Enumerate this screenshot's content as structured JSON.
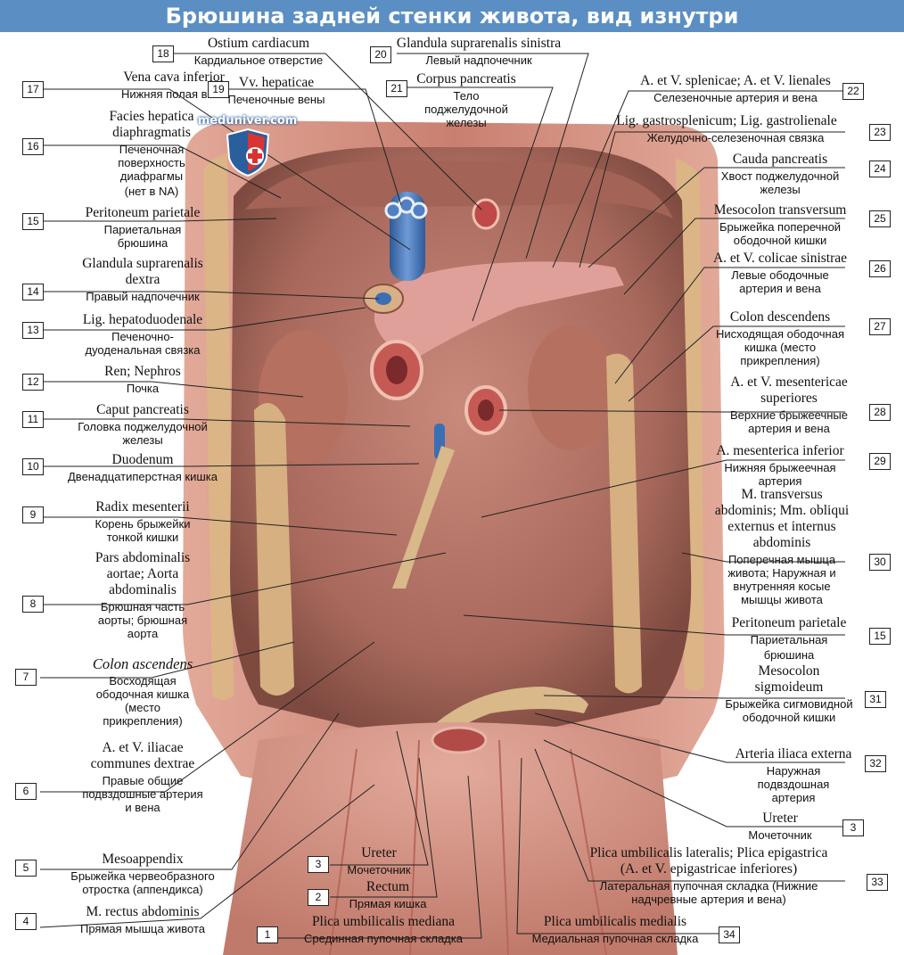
{
  "page": {
    "title": "Брюшина задней стенки живота, вид изнутри",
    "watermark": "meduniver.com"
  },
  "colors": {
    "banner": "#5b8fc4",
    "tissue": "#c98a7e",
    "peritoneum": "#b07a6c",
    "muscle": "#d79a8e",
    "fat": "#d8b98a",
    "vein": "#3b6fb3",
    "artery": "#c8343a"
  },
  "labels": [
    {
      "n": "1",
      "lat": "Plica umbilicalis mediana",
      "rus": "Срединная пупочная складка"
    },
    {
      "n": "2",
      "lat": "Rectum",
      "rus": "Прямая кишка"
    },
    {
      "n": "3",
      "lat": "Ureter",
      "rus": "Мочеточник"
    },
    {
      "n": "4",
      "lat": "M. rectus abdominis",
      "rus": "Прямая мышца живота"
    },
    {
      "n": "5",
      "lat": "Mesoappendix",
      "rus": "Брыжейка червеобразного отростка (аппендикса)"
    },
    {
      "n": "6",
      "lat": "A. et V. iliacae communes dextrae",
      "rus": "Правые общие подвздошные артерия и вена"
    },
    {
      "n": "7",
      "lat": "Colon ascendens",
      "rus": "Восходящая ободочная кишка (место прикрепления)"
    },
    {
      "n": "8",
      "lat": "Pars abdominalis aortae; Aorta abdominalis",
      "rus": "Брюшная часть аорты; брюшная аорта"
    },
    {
      "n": "9",
      "lat": "Radix mesenterii",
      "rus": "Корень брыжейки тонкой кишки"
    },
    {
      "n": "10",
      "lat": "Duodenum",
      "rus": "Двенадцатиперстная кишка"
    },
    {
      "n": "11",
      "lat": "Caput pancreatis",
      "rus": "Головка поджелудочной железы"
    },
    {
      "n": "12",
      "lat": "Ren; Nephros",
      "rus": "Почка"
    },
    {
      "n": "13",
      "lat": "Lig. hepatoduodenale",
      "rus": "Печеночно-дуоденальная связка"
    },
    {
      "n": "14",
      "lat": "Glandula suprarenalis dextra",
      "rus": "Правый надпочечник"
    },
    {
      "n": "15",
      "lat": "Peritoneum parietale",
      "rus": "Париетальная брюшина"
    },
    {
      "n": "16",
      "lat": "Facies hepatica diaphragmatis",
      "rus": "Печеночная поверхность диафрагмы",
      "note": "(нет в NA)"
    },
    {
      "n": "17",
      "lat": "Vena cava inferior",
      "rus": "Нижняя полая вена"
    },
    {
      "n": "18",
      "lat": "Ostium cardiacum",
      "rus": "Кардиальное отверстие"
    },
    {
      "n": "19",
      "lat": "Vv. hepaticae",
      "rus": "Печеночные вены"
    },
    {
      "n": "20",
      "lat": "Glandula suprarenalis sinistra",
      "rus": "Левый надпочечник"
    },
    {
      "n": "21",
      "lat": "Corpus pancreatis",
      "rus": "Тело поджелудочной железы"
    },
    {
      "n": "22",
      "lat": "A. et V. splenicae; A. et V. lienales",
      "rus": "Селезеночные артерия и вена"
    },
    {
      "n": "23",
      "lat": "Lig. gastrosplenicum; Lig. gastrolienale",
      "rus": "Желудочно-селезеночная связка"
    },
    {
      "n": "24",
      "lat": "Cauda pancreatis",
      "rus": "Хвост поджелудочной железы"
    },
    {
      "n": "25",
      "lat": "Mesocolon transversum",
      "rus": "Брыжейка поперечной ободочной кишки"
    },
    {
      "n": "26",
      "lat": "A. et V. colicae sinistrae",
      "rus": "Левые ободочные артерия и вена"
    },
    {
      "n": "27",
      "lat": "Colon descendens",
      "rus": "Нисходящая ободочная кишка (место прикрепления)"
    },
    {
      "n": "28",
      "lat": "A. et V. mesentericae superiores",
      "rus": "Верхние брыжеечные артерия и вена"
    },
    {
      "n": "29",
      "lat": "A. mesenterica inferior",
      "rus": "Нижняя брыжеечная артерия"
    },
    {
      "n": "30",
      "lat": "M. transversus abdominis; Mm. obliqui externus et internus abdominis",
      "rus": "Поперечная мышца живота; Наружная и внутренняя косые мышцы живота"
    },
    {
      "n": "15",
      "lat": "Peritoneum parietale",
      "rus": "Париетальная",
      "rus_it": "брюшина"
    },
    {
      "n": "31",
      "lat": "Mesocolon sigmoideum",
      "rus": "Брыжейка сигмовидной ободочной кишки"
    },
    {
      "n": "32",
      "lat": "Arteria iliaca externa",
      "rus": "Наружная подвздошная артерия"
    },
    {
      "n": "3",
      "lat": "Ureter",
      "rus": "Мочеточник"
    },
    {
      "n": "33",
      "lat": "Plica umbilicalis lateralis; Plica epigastrica",
      "rus": "(A. et V. epigastricae inferiores)",
      "rus2": "Латеральная пупочная складка (Нижние надчревные артерия и вена)"
    },
    {
      "n": "34",
      "lat": "Plica umbilicalis medialis",
      "rus": "Медиальная пупочная складка"
    }
  ]
}
